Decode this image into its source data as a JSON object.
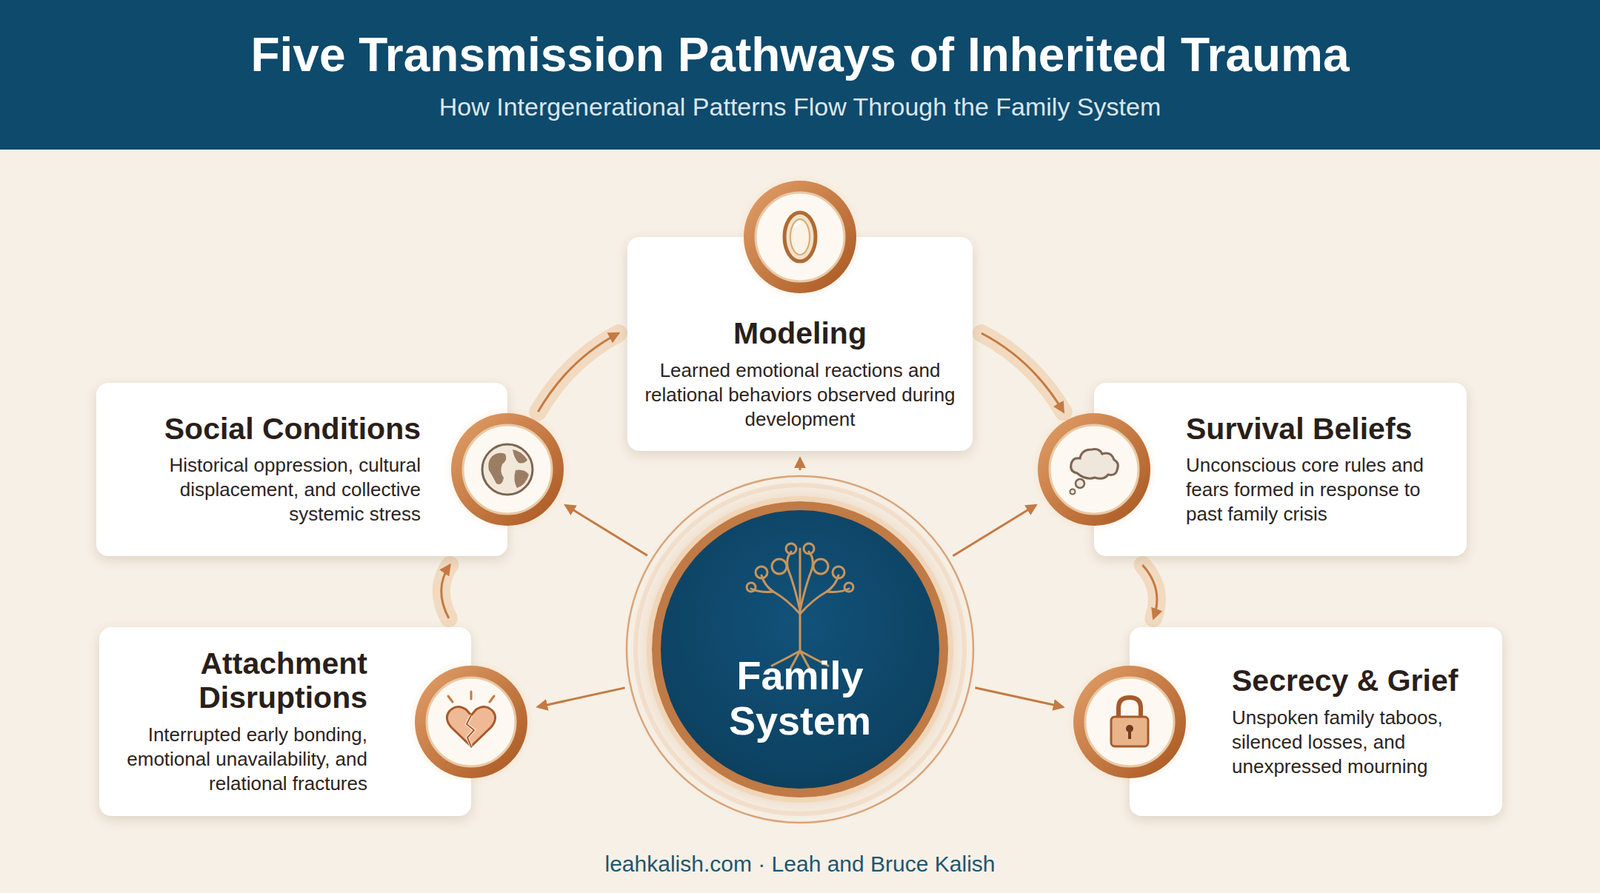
{
  "diagram": {
    "title": "Five Transmission Pathways of Inherited Trauma",
    "nodes": [
      {
        "text": [
          "Modeling",
          "Learned emotional reactions and relational behaviors observed during development"
        ]
      },
      {
        "text": [
          "Social Conditions",
          "Historical oppression, cultural displacement, and collective systemic stress"
        ]
      },
      {
        "text": [
          "Survival Beliefs",
          "Unconscious core rules and fears formed in response to past family crisis"
        ]
      },
      {
        "text": [
          "Attachment Disruptions",
          "Interrupted early bonding, emotional unavailability, and relational fractures"
        ]
      },
      {
        "text": [
          "Secrecy & Grief",
          "Unspoken family taboos, silenced losses, and unexpressed mourning"
        ]
      },
      {
        "text": [
          "Family System"
        ]
      }
    ],
    "edges": [
      {
        "from": 5,
        "to": 0,
        "arrow": "to"
      },
      {
        "from": 5,
        "to": 1,
        "arrow": "to"
      },
      {
        "from": 5,
        "to": 2,
        "arrow": "to"
      },
      {
        "from": 5,
        "to": 3,
        "arrow": "to"
      },
      {
        "from": 5,
        "to": 4,
        "arrow": "to"
      },
      {
        "from": 3,
        "to": 1,
        "arrow": "to"
      },
      {
        "from": 1,
        "to": 0,
        "arrow": "to"
      },
      {
        "from": 0,
        "to": 2,
        "arrow": "to"
      },
      {
        "from": 2,
        "to": 4,
        "arrow": "to"
      }
    ],
    "labels": [
      "How Intergenerational Patterns Flow Through the Family System",
      "leahkalish.com · Leah and Bruce Kalish"
    ]
  }
}
